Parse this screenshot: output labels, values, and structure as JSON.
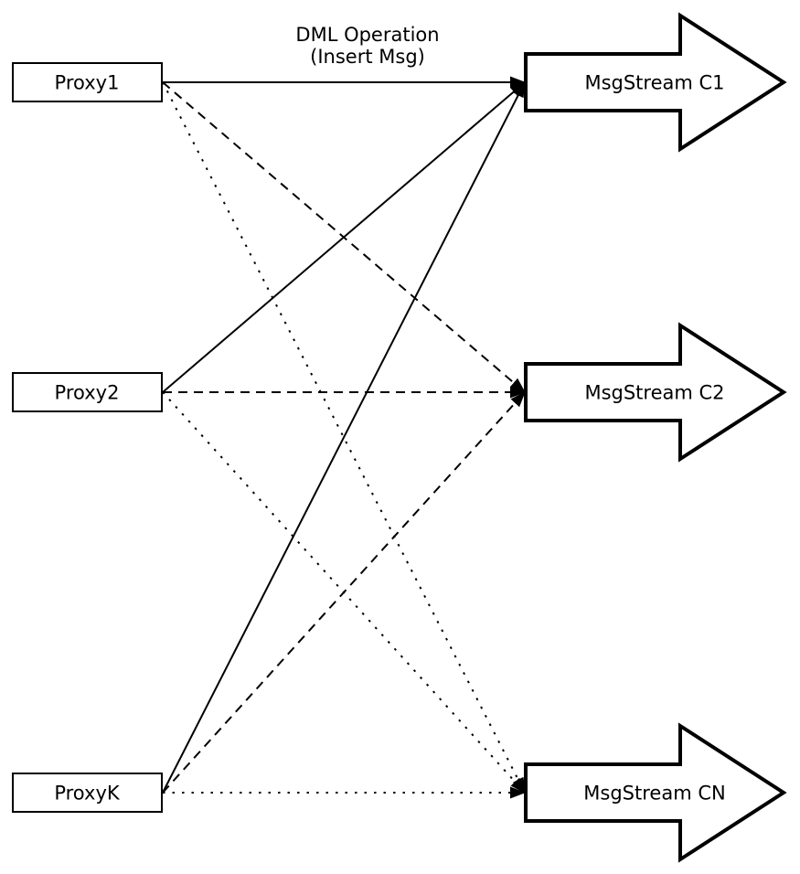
{
  "diagram": {
    "annotation": {
      "line1": "DML Operation",
      "line2": "(Insert Msg)"
    },
    "proxies": [
      {
        "label": "Proxy1"
      },
      {
        "label": "Proxy2"
      },
      {
        "label": "ProxyK"
      }
    ],
    "streams": [
      {
        "label": "MsgStream C1"
      },
      {
        "label": "MsgStream C2"
      },
      {
        "label": "MsgStream CN"
      }
    ],
    "edges": [
      {
        "from": "Proxy1",
        "to": "MsgStream C1",
        "style": "solid"
      },
      {
        "from": "Proxy1",
        "to": "MsgStream C2",
        "style": "dashed"
      },
      {
        "from": "Proxy1",
        "to": "MsgStream CN",
        "style": "dotted"
      },
      {
        "from": "Proxy2",
        "to": "MsgStream C1",
        "style": "solid"
      },
      {
        "from": "Proxy2",
        "to": "MsgStream C2",
        "style": "dashed"
      },
      {
        "from": "Proxy2",
        "to": "MsgStream CN",
        "style": "dotted"
      },
      {
        "from": "ProxyK",
        "to": "MsgStream C1",
        "style": "solid"
      },
      {
        "from": "ProxyK",
        "to": "MsgStream C2",
        "style": "dashed"
      },
      {
        "from": "ProxyK",
        "to": "MsgStream CN",
        "style": "dotted"
      }
    ],
    "colors": {
      "background": "#ffffff",
      "stroke": "#000000",
      "node_fill": "#ffffff"
    }
  }
}
